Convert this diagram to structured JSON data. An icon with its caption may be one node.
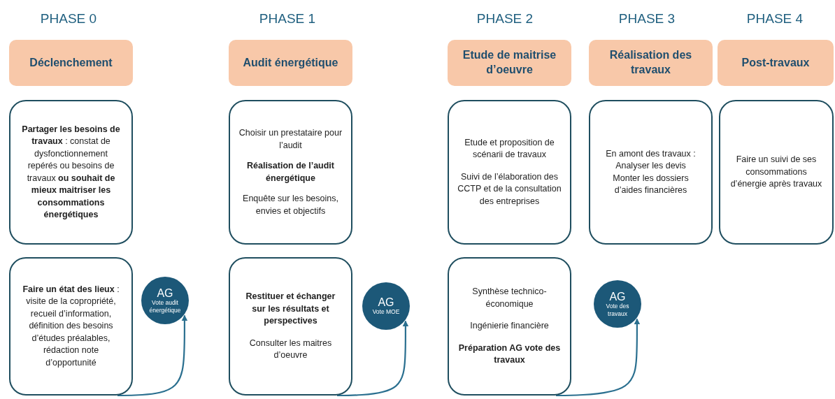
{
  "diagram": {
    "nodes": [
      {
        "text": [
          "Déclenchement"
        ]
      },
      {
        "text": [
          "Audit énergétique"
        ]
      },
      {
        "text": [
          "Etude de maitrise d’oeuvre"
        ]
      },
      {
        "text": [
          "Réalisation des travaux"
        ]
      },
      {
        "text": [
          "Post-travaux"
        ]
      },
      {
        "text": [
          "**Partager les besoins de travaux** : constat de dysfonctionnement repérés ou besoins de travaux **ou souhait de mieux maitriser les consommations énergétiques**"
        ]
      },
      {
        "text": [
          "Choisir un prestataire pour l’audit",
          "**Réalisation de l’audit énergétique**",
          "Enquête sur les besoins, envies et objectifs"
        ]
      },
      {
        "text": [
          "Etude et proposition de scénarii de travaux",
          "Suivi de l’élaboration des CCTP et de la consultation des entreprises"
        ]
      },
      {
        "text": [
          "En amont des travaux :",
          "Analyser les devis",
          "Monter les dossiers d’aides financières"
        ]
      },
      {
        "text": [
          "Faire un suivi de ses consommations d’énergie après travaux"
        ]
      },
      {
        "text": [
          "**Faire un état des lieux** : visite de la copropriété, recueil d’information, définition des besoins d’études préalables, rédaction note d’opportunité"
        ]
      },
      {
        "text": [
          "AG",
          "Vote audit énergétique"
        ]
      },
      {
        "text": [
          "**Restituer et échanger sur les résultats et perspectives**",
          "Consulter les maitres d’oeuvre"
        ]
      },
      {
        "text": [
          "AG",
          "Vote MOE"
        ]
      },
      {
        "text": [
          "Synthèse technico-économique",
          "Ingénierie financière",
          "**Préparation AG vote des travaux**"
        ]
      },
      {
        "text": [
          "AG",
          "Vote des travaux"
        ]
      }
    ],
    "edges": [
      {
        "from": 10,
        "to": 11,
        "arrow": "to"
      },
      {
        "from": 12,
        "to": 13,
        "arrow": "to"
      },
      {
        "from": 14,
        "to": 15,
        "arrow": "to"
      }
    ],
    "labels": [
      "PHASE 0",
      "PHASE 1",
      "PHASE 2",
      "PHASE 3",
      "PHASE 4"
    ]
  }
}
